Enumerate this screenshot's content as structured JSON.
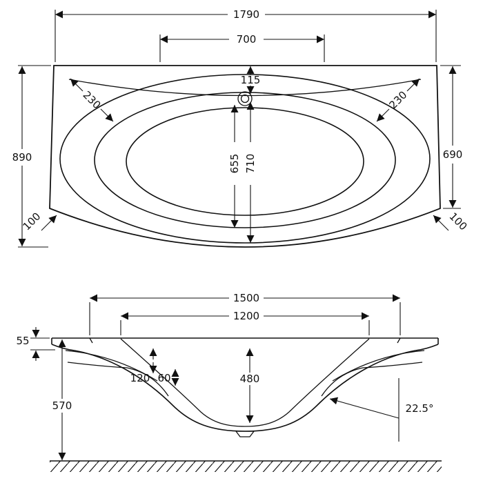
{
  "drawing": {
    "top_view": {
      "overall_length": "1790",
      "inner_top_width": "700",
      "deck_offset": "115",
      "diag_left": "230",
      "diag_right": "230",
      "overall_width": "890",
      "side_width": "690",
      "basin_len_inner": "655",
      "basin_len_outer": "710",
      "corner_left": "100",
      "corner_right": "100"
    },
    "section_view": {
      "rim_span": "1500",
      "inner_span": "1200",
      "rim_height": "55",
      "step_depth": "120",
      "step_width": "60",
      "basin_depth": "480",
      "total_height": "570",
      "wall_angle": "22.5°"
    }
  }
}
